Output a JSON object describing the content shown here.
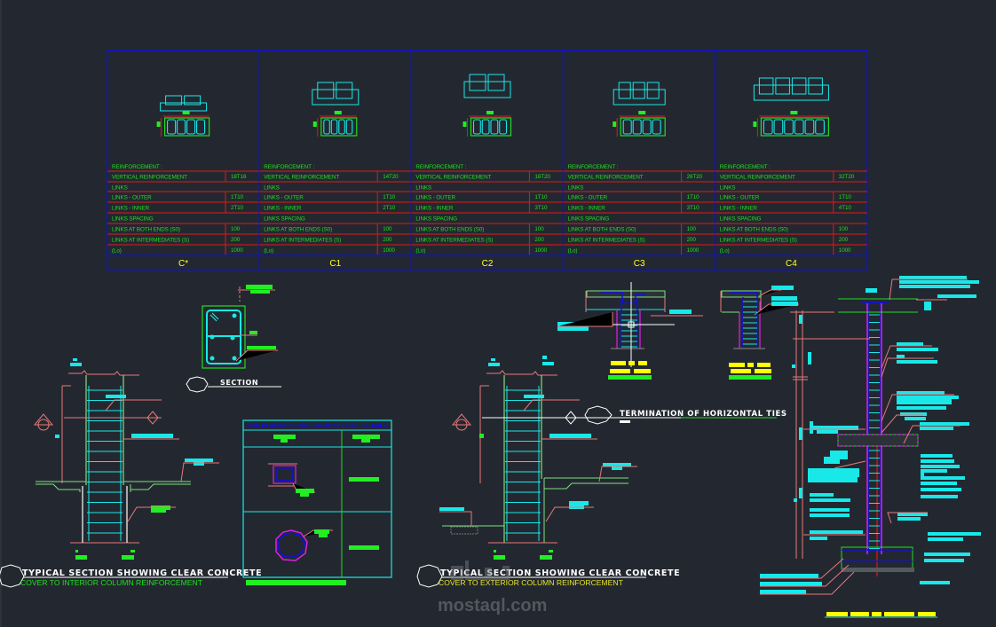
{
  "drawing": {
    "background": "#232830",
    "colors": {
      "frame": "#1010d0",
      "grid_red": "#e01818",
      "text_green": "#1fe01f",
      "column_label": "#ffff33",
      "rebar_cyan": "#18e8e8",
      "leader_pink": "#e87878",
      "outline_green": "#7ee07e",
      "magenta": "#e020e0",
      "white": "#ffffff",
      "yellow": "#ffff00"
    }
  },
  "schedule": {
    "header": "REINFORCEMENT :",
    "row_labels": [
      "VERTICAL REINFORCEMENT",
      "LINKS",
      "LINKS - OUTER",
      "LINKS - INNER",
      "LINKS SPACING",
      "LINKS AT BOTH ENDS (S0)",
      "LINKS AT INTERMEDIATES (S)",
      "(Lo)"
    ],
    "columns": [
      {
        "name": "C*",
        "vertical": "18T16",
        "outer": "1T10",
        "inner": "2T10",
        "s0": "100",
        "s": "200",
        "lo": "1000",
        "cells": 4
      },
      {
        "name": "C1",
        "vertical": "14T20",
        "outer": "1T10",
        "inner": "2T10",
        "s0": "100",
        "s": "200",
        "lo": "1000",
        "cells": 4
      },
      {
        "name": "C2",
        "vertical": "16T20",
        "outer": "1T10",
        "inner": "3T10",
        "s0": "100",
        "s": "200",
        "lo": "1000",
        "cells": 4
      },
      {
        "name": "C3",
        "vertical": "26T20",
        "outer": "1T10",
        "inner": "3T10",
        "s0": "100",
        "s": "200",
        "lo": "1000",
        "cells": 4
      },
      {
        "name": "C4",
        "vertical": "32T20",
        "outer": "1T10",
        "inner": "4T10",
        "s0": "100",
        "s": "200",
        "lo": "1000",
        "cells": 5
      }
    ]
  },
  "section_detail": {
    "title": "SECTION"
  },
  "detail_table": {
    "title": "NON BEARING CONC. COLUMNS REINF. DETAILS"
  },
  "interior_section": {
    "title": "TYPICAL SECTION SHOWING CLEAR CONCRETE",
    "subtitle": "COVER TO INTERIOR COLUMN REINFORCEMENT"
  },
  "exterior_section": {
    "title": "TYPICAL SECTION SHOWING CLEAR CONCRETE",
    "subtitle": "COVER TO EXTERIOR COLUMN REINFORCEMENT"
  },
  "termination": {
    "title": "TERMINATION OF HORIZONTAL TIES"
  },
  "watermark": {
    "text": "mostaql.com"
  }
}
